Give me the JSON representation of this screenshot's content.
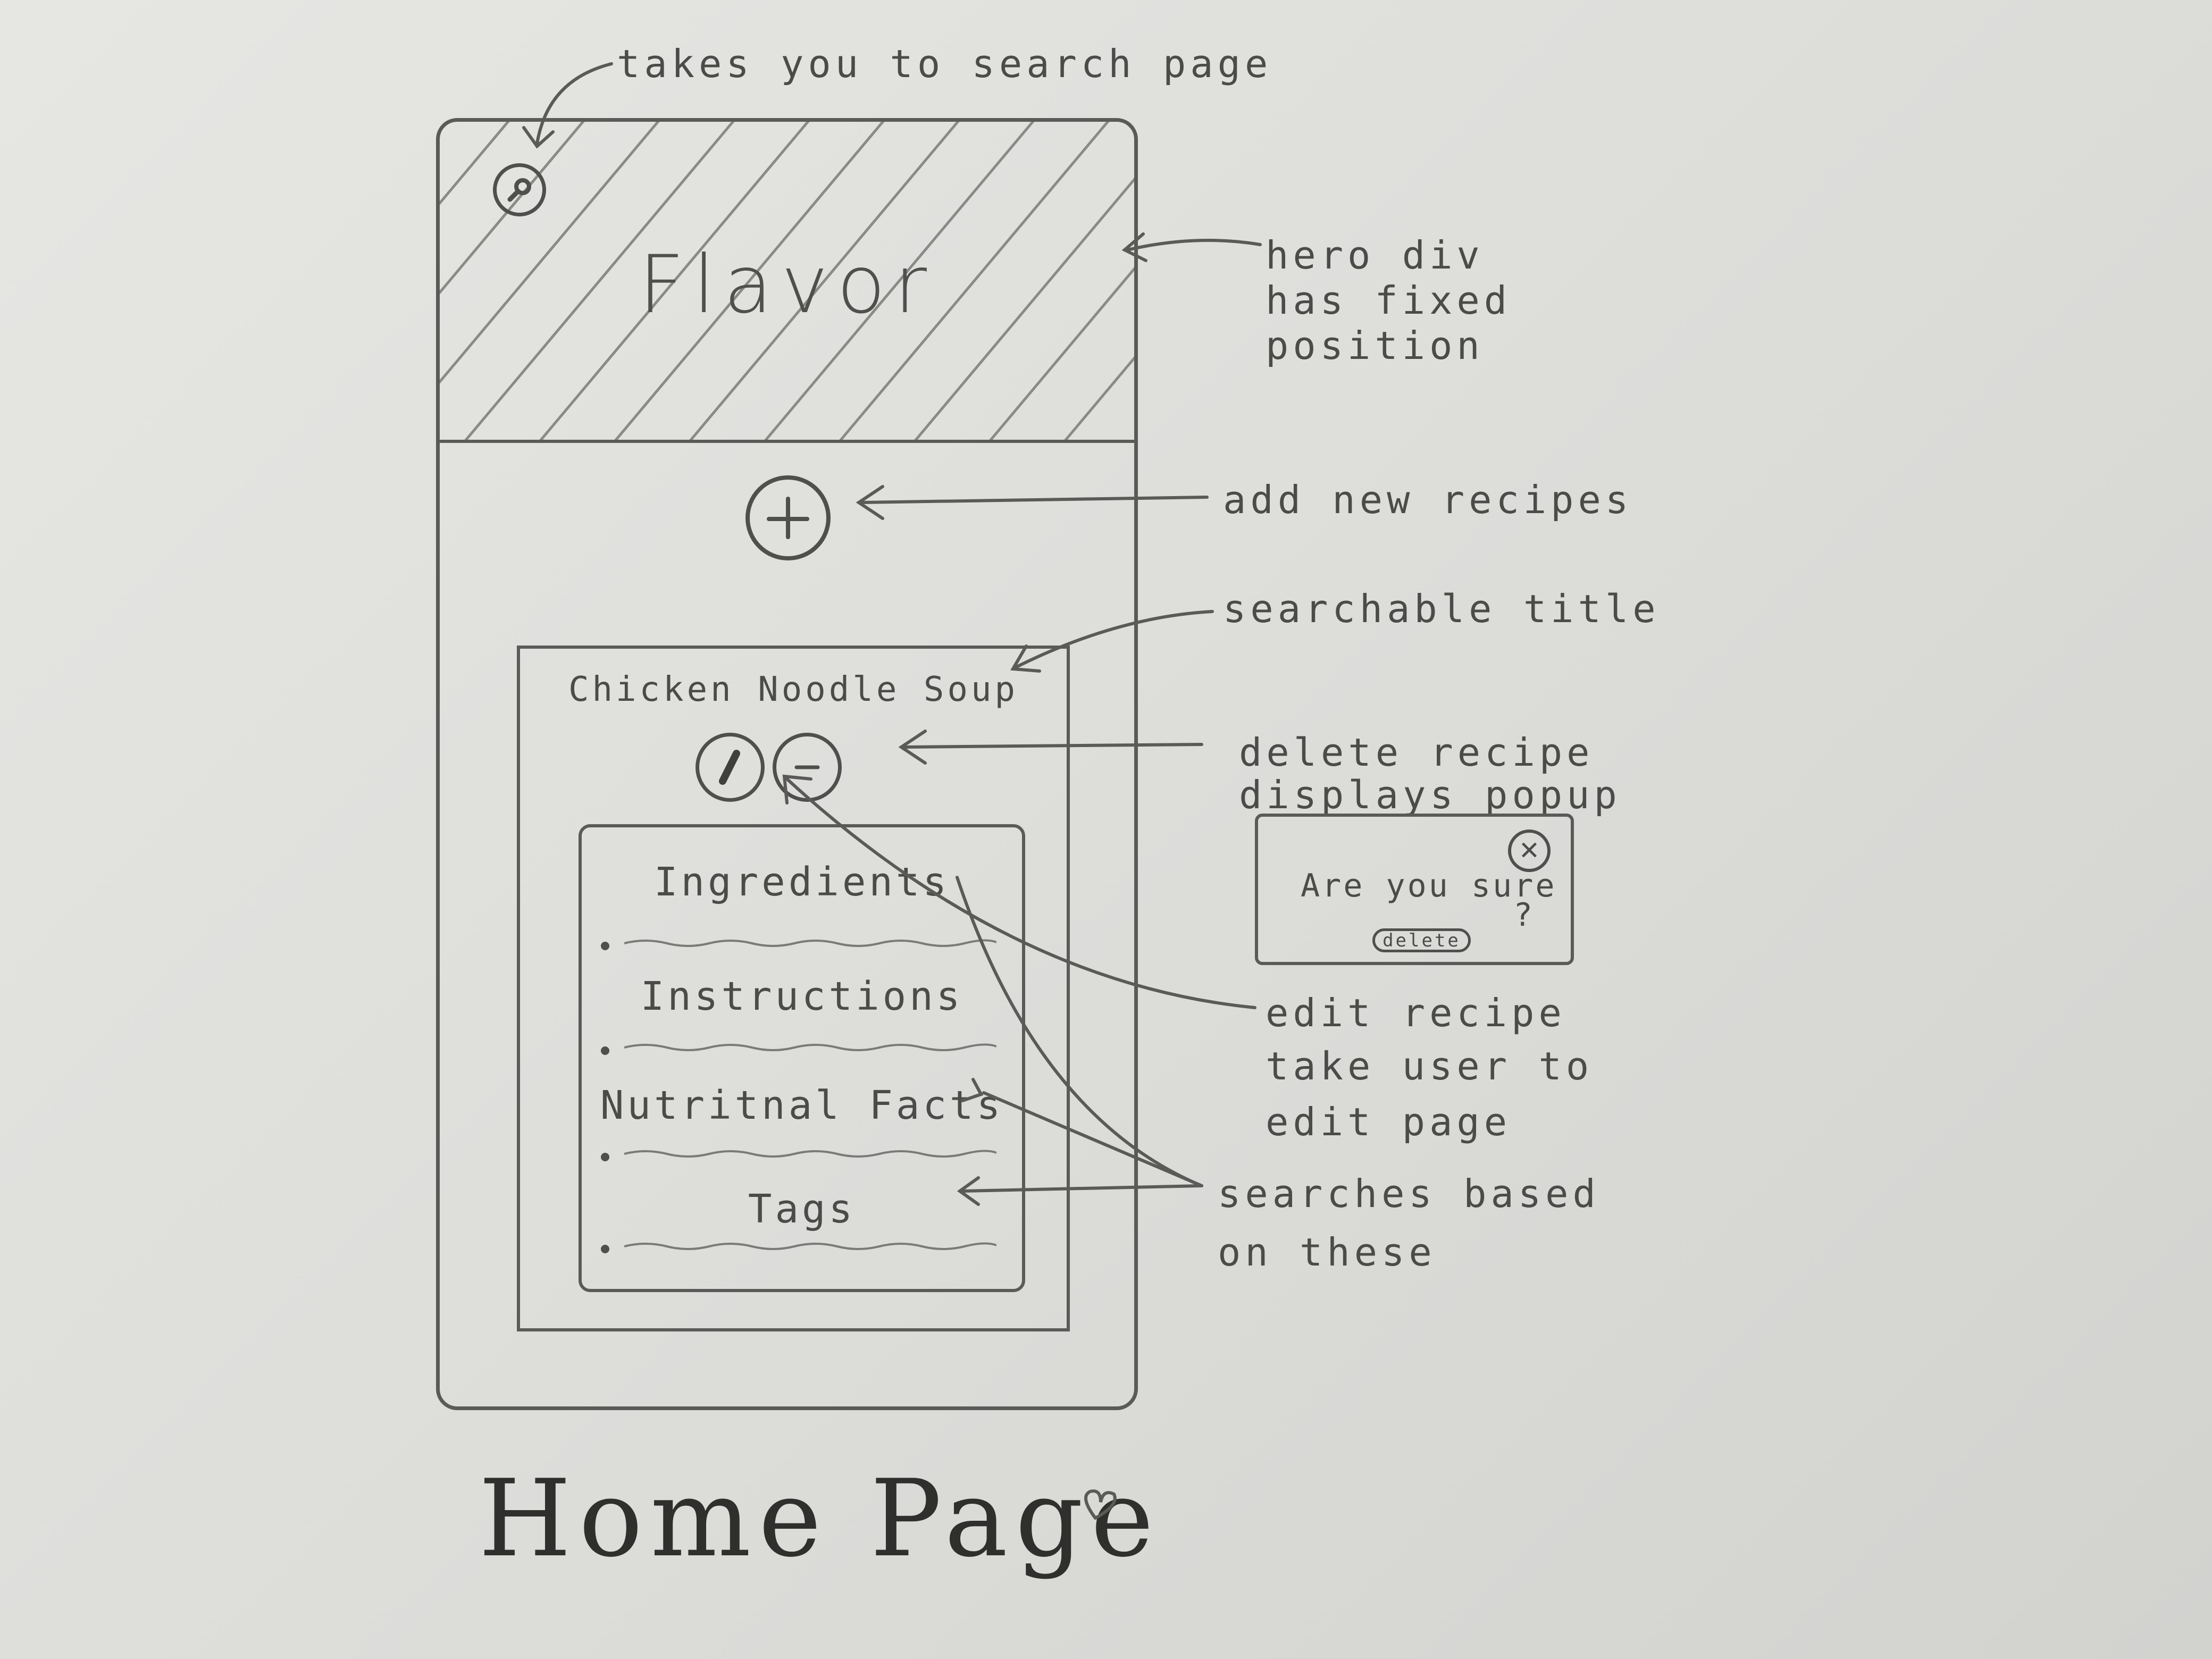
{
  "hero": {
    "brand": "Flavor",
    "search_icon": "search-icon"
  },
  "add_button": {
    "icon": "plus-icon"
  },
  "recipe_card": {
    "title": "Chicken Noodle Soup",
    "edit_icon": "pencil-icon",
    "delete_icon": "minus-icon",
    "sections": [
      "Ingredients",
      "Instructions",
      "Nutritnal Facts",
      "Tags"
    ]
  },
  "popup": {
    "close_icon": "close-icon",
    "question": "Are you sure",
    "question_mark": "?",
    "delete_label": "delete"
  },
  "annotations": {
    "search": "takes you to search page",
    "hero_l1": "hero div",
    "hero_l2": "has fixed",
    "hero_l3": "position",
    "add": "add new recipes",
    "title": "searchable title",
    "delete_l1": "delete recipe",
    "delete_l2": "displays popup",
    "edit_l1": "edit recipe",
    "edit_l2": "take user to",
    "edit_l3": "edit page",
    "searches_l1": "searches based",
    "searches_l2": "on these"
  },
  "page_label": "Home Page",
  "colors": {
    "paper": "#dcdcd9",
    "pencil": "#4b4b49"
  }
}
